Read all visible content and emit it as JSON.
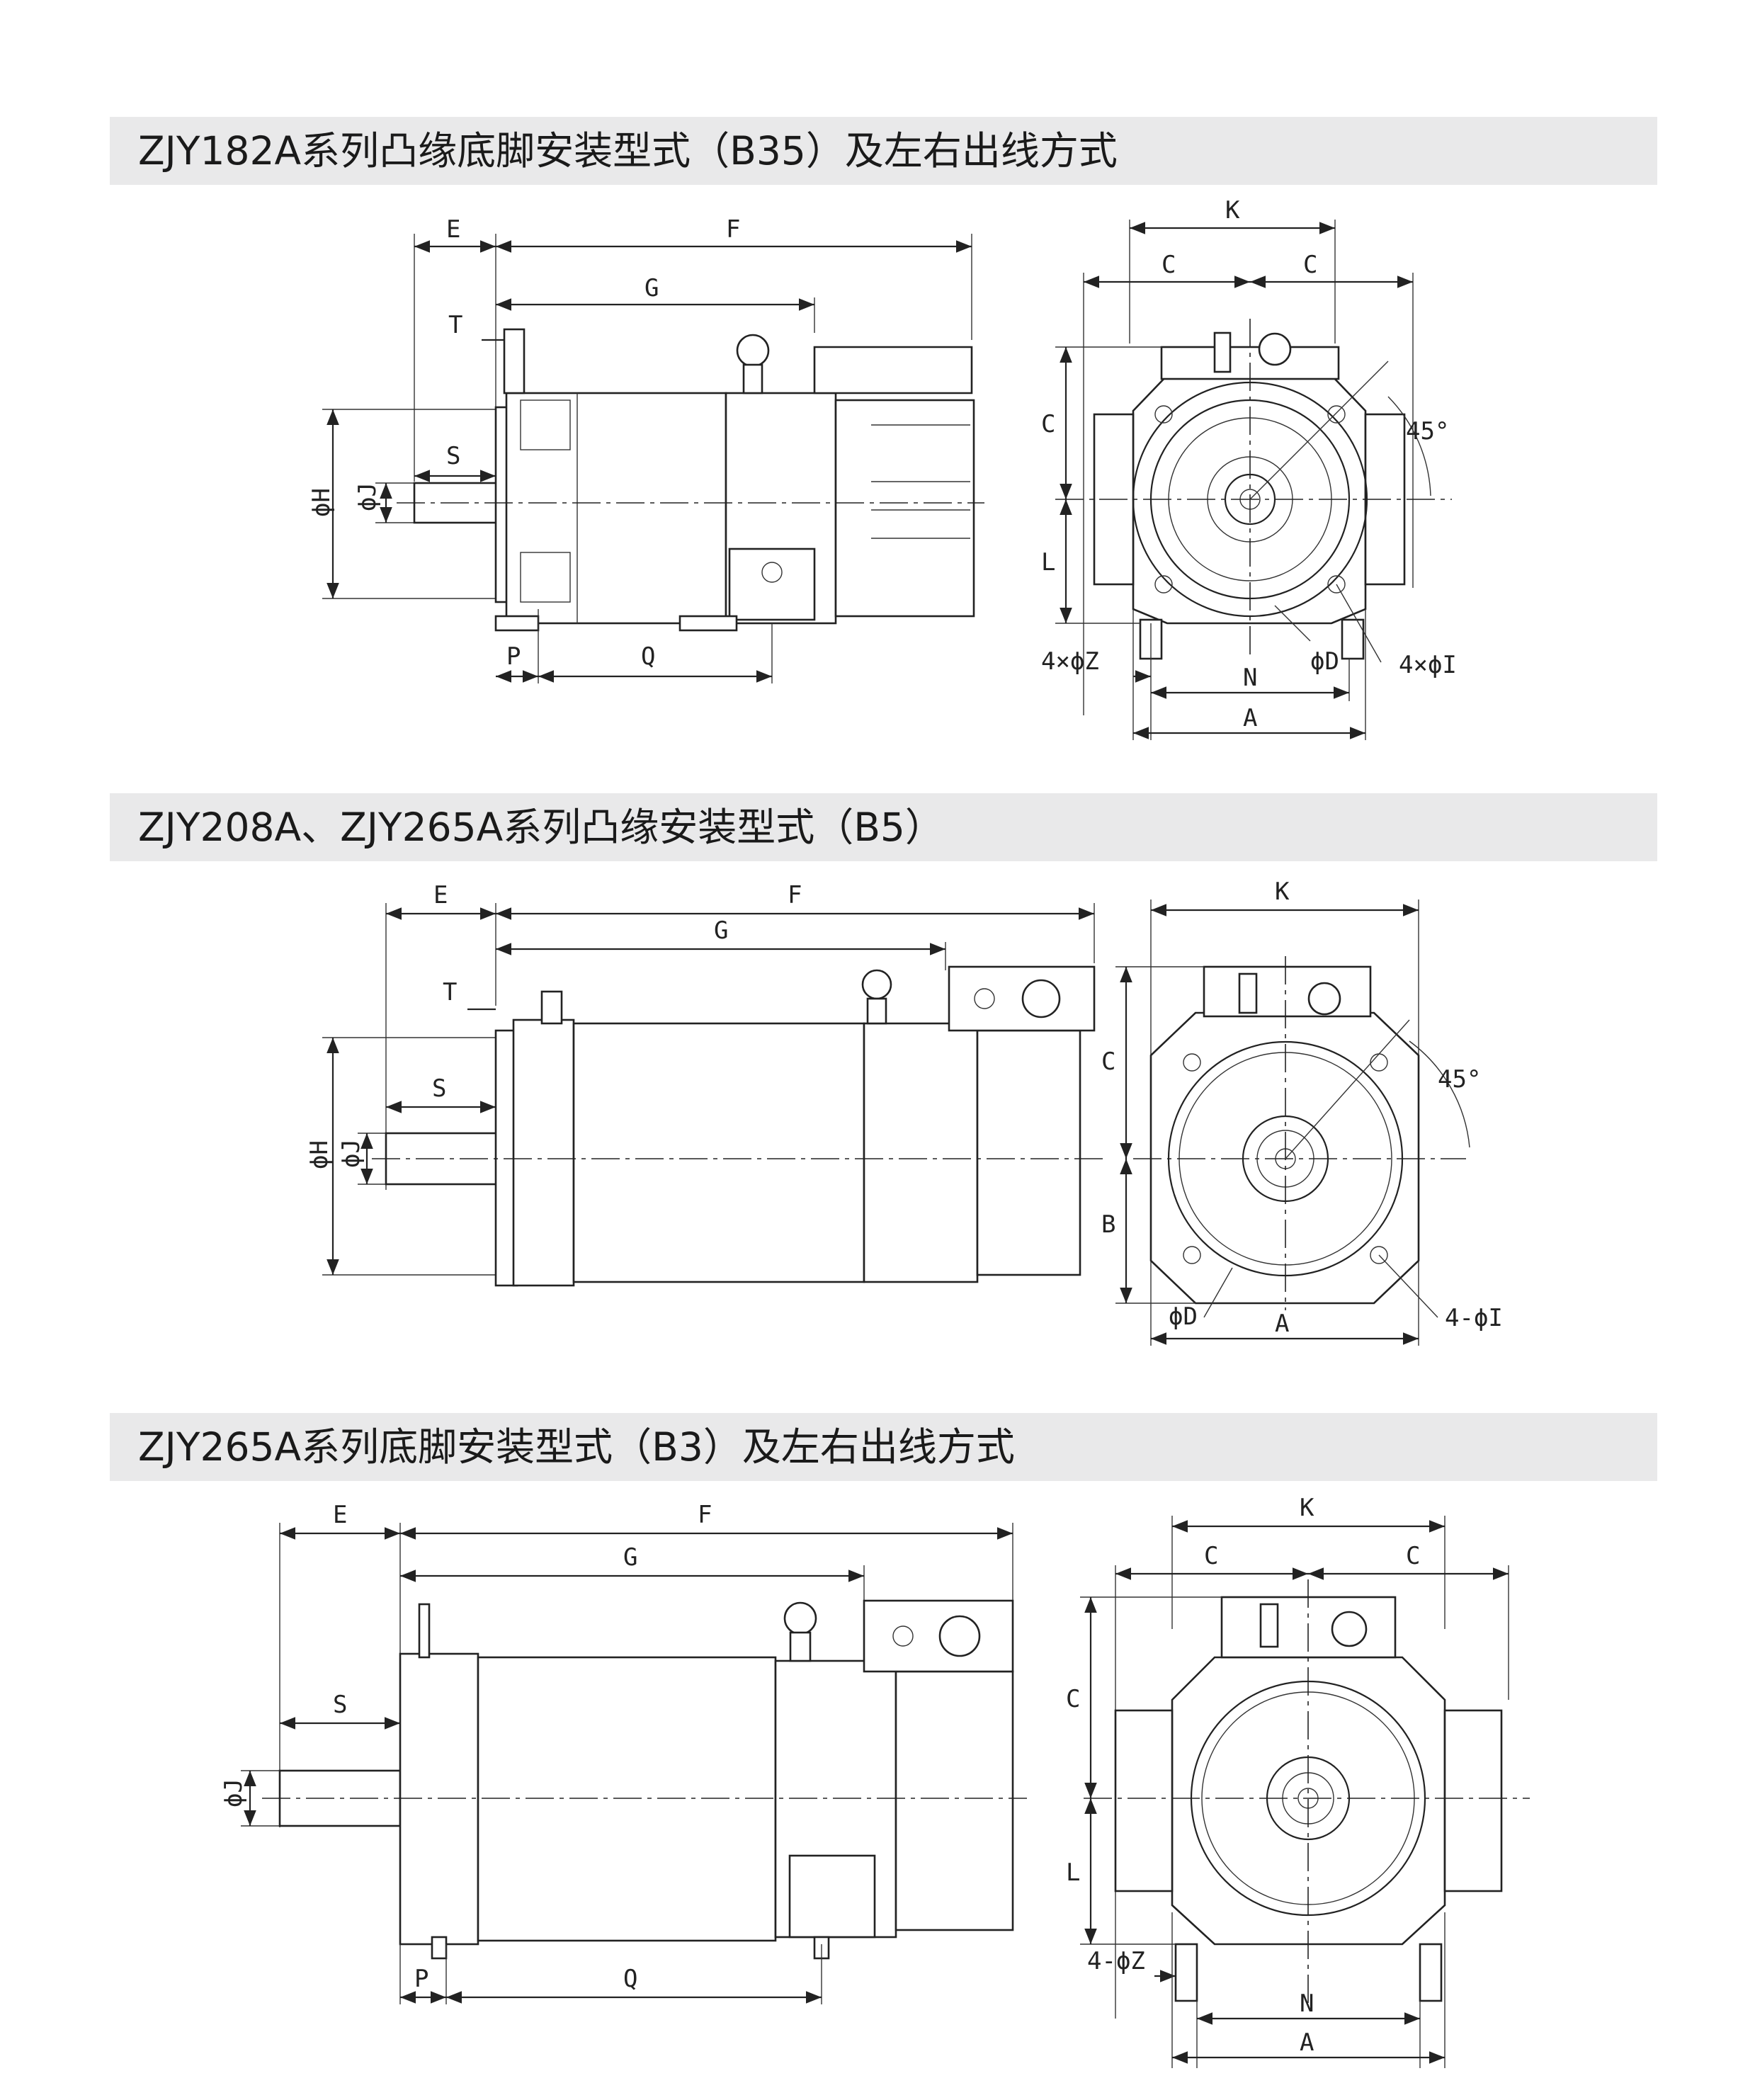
{
  "sections": [
    {
      "title": "ZJY182A系列凸缘底脚安装型式（B35）及左右出线方式"
    },
    {
      "title": "ZJY208A、ZJY265A系列凸缘安装型式（B5）"
    },
    {
      "title": "ZJY265A系列底脚安装型式（B3）及左右出线方式"
    }
  ],
  "labels": {
    "E": "E",
    "F": "F",
    "G": "G",
    "T": "T",
    "S": "S",
    "P": "P",
    "Q": "Q",
    "phiH": "ϕH",
    "phiJ": "ϕJ",
    "K": "K",
    "C": "C",
    "L": "L",
    "N": "N",
    "A": "A",
    "B": "B",
    "phiD": "ϕD",
    "angle": "45°",
    "holes_z": "4×ϕZ",
    "holes_i": "4×ϕI",
    "holes_i_dash": "4-ϕI",
    "holes_z_dash": "4-ϕZ"
  }
}
